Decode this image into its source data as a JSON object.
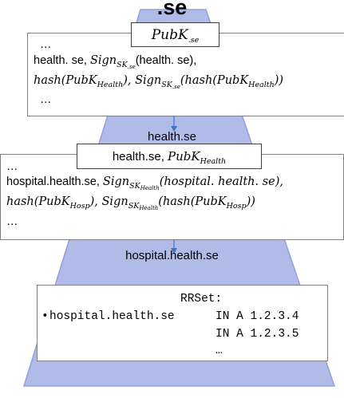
{
  "root_zone": ".se",
  "colors": {
    "funnel_fill": "#a9b4e6",
    "funnel_stroke": "#8796d6",
    "arrow": "#4472c4"
  },
  "box1": {
    "header": "PubK",
    "header_sub": ".se",
    "ellipsis_top": "…",
    "line2_text": "health. se, ",
    "line2_sign": "Sign",
    "line2_sign_sub": "SK",
    "line2_sign_subsub": ".se",
    "line2_arg": "(health. se),",
    "line3_hash": "hash(PubK",
    "line3_hash_sub": "Health",
    "line3_mid": "), ",
    "line3_sign": "Sign",
    "line3_sign_sub": "SK",
    "line3_sign_subsub": ".se",
    "line3_arg": "(hash(PubK",
    "line3_arg_sub": "Health",
    "line3_end": "))",
    "ellipsis_bottom": "…"
  },
  "zone2_label": "health.se",
  "box2": {
    "header_text": "health.se, ",
    "header_math": "PubK",
    "header_sub": "Health",
    "ellipsis_top": "…",
    "line2_text": "hospital.health.se, ",
    "line2_sign": "Sign",
    "line2_sign_sub": "SK",
    "line2_sign_subsub": "Health",
    "line2_arg": "(hospital. health. se),",
    "line3_hash": "hash(PubK",
    "line3_hash_sub": "Hosp",
    "line3_mid": "), ",
    "line3_sign": "Sign",
    "line3_sign_sub": "SK",
    "line3_sign_subsub": "Health",
    "line3_arg": "(hash(PubK",
    "line3_arg_sub": "Hosp",
    "line3_end": "))",
    "ellipsis_bottom": "…"
  },
  "zone3_label": "hospital.health.se",
  "rrset": {
    "title": "RRSet:",
    "bullet": "•",
    "name": "hospital.health.se",
    "record1": "IN A 1.2.3.4",
    "record2": "IN A 1.2.3.5",
    "ellipsis": "…"
  }
}
